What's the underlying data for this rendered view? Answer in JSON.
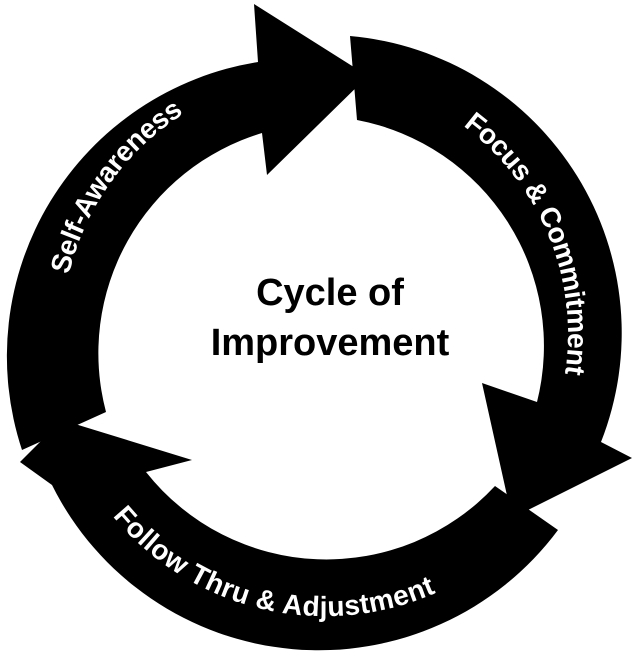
{
  "center": {
    "line1": "Cycle of",
    "line2": "Improvement"
  },
  "stages": [
    {
      "label": "Self-Awareness"
    },
    {
      "label": "Focus & Commitment"
    },
    {
      "label": "Follow Thru & Adjustment"
    }
  ],
  "colors": {
    "arrow": "#000000",
    "arrow_text": "#ffffff",
    "background": "#ffffff",
    "center_text": "#000000"
  }
}
